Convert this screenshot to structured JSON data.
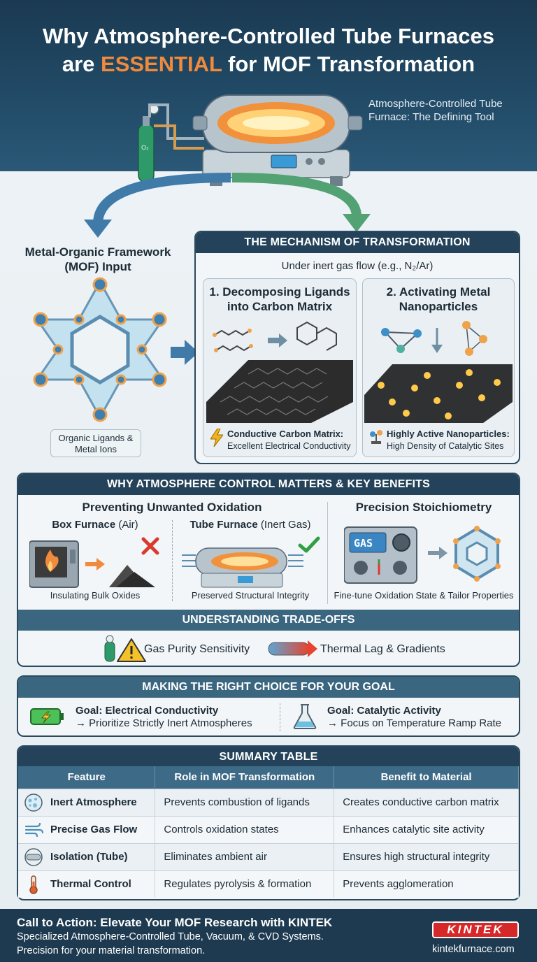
{
  "header": {
    "title_line1": "Why Atmosphere-Controlled Tube Furnaces",
    "title_line2_accent": "ESSENTIAL",
    "title_line2_pre": "are ",
    "title_line2_post": " for MOF Transformation",
    "furnace_caption": "Atmosphere-Controlled Tube Furnace: The Defining Tool",
    "gas_label": "O₂"
  },
  "mof_input": {
    "title": "Metal-Organic Framework (MOF) Input",
    "caption": "Organic Ligands & Metal Ions"
  },
  "mechanism": {
    "title": "THE MECHANISM OF TRANSFORMATION",
    "subtitle": "Under inert gas flow (e.g., N₂/Ar)",
    "step1": {
      "title": "1. Decomposing Ligands into Carbon Matrix",
      "result_bold": "Conductive Carbon Matrix:",
      "result_text": "Excellent Electrical Conductivity"
    },
    "step2": {
      "title": "2. Activating Metal Nanoparticles",
      "result_bold": "Highly Active Nanoparticles:",
      "result_text": "High Density of Catalytic Sites"
    }
  },
  "benefits": {
    "title": "WHY ATMOSPHERE CONTROL MATTERS & KEY BENEFITS",
    "oxidation_title": "Preventing Unwanted Oxidation",
    "box_furnace": {
      "label": "Box Furnace",
      "condition": "(Air)",
      "caption": "Insulating Bulk Oxides"
    },
    "tube_furnace": {
      "label": "Tube Furnace",
      "condition": "(Inert Gas)",
      "caption": "Preserved Structural Integrity"
    },
    "stoich_title": "Precision Stoichiometry",
    "gas_panel_label": "GAS",
    "stoich_caption": "Fine-tune Oxidation State & Tailor Properties",
    "tradeoffs_title": "UNDERSTANDING TRADE-OFFS",
    "tradeoff1": "Gas Purity Sensitivity",
    "tradeoff2": "Thermal Lag & Gradients"
  },
  "choice": {
    "title": "MAKING THE RIGHT CHOICE FOR YOUR GOAL",
    "goal1_bold": "Goal: Electrical Conductivity",
    "goal1_text": "→ Prioritize Strictly Inert Atmospheres",
    "goal2_bold": "Goal: Catalytic Activity",
    "goal2_text": "→ Focus on Temperature Ramp Rate"
  },
  "summary": {
    "title": "SUMMARY TABLE",
    "headers": [
      "Feature",
      "Role in MOF Transformation",
      "Benefit to Material"
    ],
    "rows": [
      {
        "feature": "Inert Atmosphere",
        "icon": "bubbles-icon",
        "role": "Prevents combustion of ligands",
        "benefit": "Creates conductive carbon matrix"
      },
      {
        "feature": "Precise Gas Flow",
        "icon": "wind-icon",
        "role": "Controls oxidation states",
        "benefit": "Enhances catalytic site activity"
      },
      {
        "feature": "Isolation (Tube)",
        "icon": "tube-icon",
        "role": "Eliminates ambient air",
        "benefit": "Ensures high structural integrity"
      },
      {
        "feature": "Thermal Control",
        "icon": "thermometer-icon",
        "role": "Regulates pyrolysis & formation",
        "benefit": "Prevents agglomeration"
      }
    ]
  },
  "footer": {
    "cta": "Call to Action: Elevate Your MOF Research with KINTEK",
    "line2": "Specialized Atmosphere-Controlled Tube, Vacuum, & CVD Systems.",
    "line3": "Precision for your material transformation.",
    "brand": "KINTEK",
    "url": "kintekfurnace.com"
  },
  "colors": {
    "accent_orange": "#f08a3c",
    "navy": "#1b3a52",
    "steel_blue": "#3d6a86",
    "green_check": "#2ea043",
    "red_cross": "#d83a2e",
    "brand_red": "#d62828"
  }
}
